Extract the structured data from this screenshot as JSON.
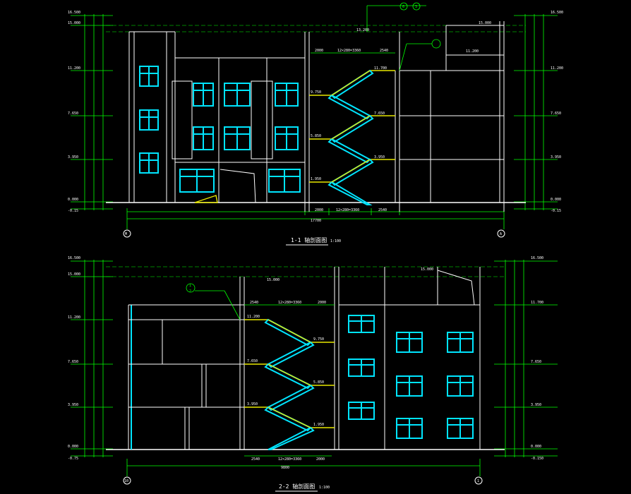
{
  "section1": {
    "title": "1-1 轴剖面图",
    "scale": "1:100",
    "elevations_left": [
      "16.500",
      "15.000",
      "11.200",
      "7.650",
      "3.950",
      "0.000",
      "-0.15"
    ],
    "elevations_right": [
      "16.500",
      "11.200",
      "7.650",
      "3.950",
      "0.000",
      "-0.15"
    ],
    "landing_levels": [
      "11.700",
      "9.750",
      "7.650",
      "5.850",
      "3.950",
      "1.950"
    ],
    "stair_dims_top": [
      "2000",
      "12×280=3360",
      "2540"
    ],
    "stair_dims_bottom": [
      "2000",
      "12×280=3360",
      "2540"
    ],
    "overall_dim": "17700",
    "top_dim": "13.200",
    "roof_level_right": "15.000",
    "roof_level_inner": "11.200",
    "axis_left": "M",
    "axis_right": "A",
    "detail_refs": [
      "6",
      "3"
    ]
  },
  "section2": {
    "title": "2-2 轴剖面图",
    "scale": "1:100",
    "elevations_left": [
      "16.500",
      "15.000",
      "11.200",
      "7.650",
      "3.950",
      "0.000",
      "-0.75"
    ],
    "elevations_right": [
      "16.500",
      "11.700",
      "7.650",
      "3.950",
      "0.000",
      "-0.150"
    ],
    "landing_levels": [
      "11.200",
      "9.750",
      "7.650",
      "5.850",
      "3.950",
      "1.950"
    ],
    "stair_dims_top": [
      "2540",
      "12×280=3360",
      "2000"
    ],
    "stair_dims_bottom": [
      "2540",
      "12×280=3360",
      "2000"
    ],
    "overall_dim": "9800",
    "top_dim": "15.000",
    "roof_level_right": "15.000",
    "axis_left": "10",
    "axis_right": "1",
    "detail_refs": [
      "1",
      "2"
    ]
  },
  "colors": {
    "dimension": "#00ff00",
    "structure": "#ffffff",
    "window": "#00e5ff",
    "stair": "#e8e800"
  }
}
